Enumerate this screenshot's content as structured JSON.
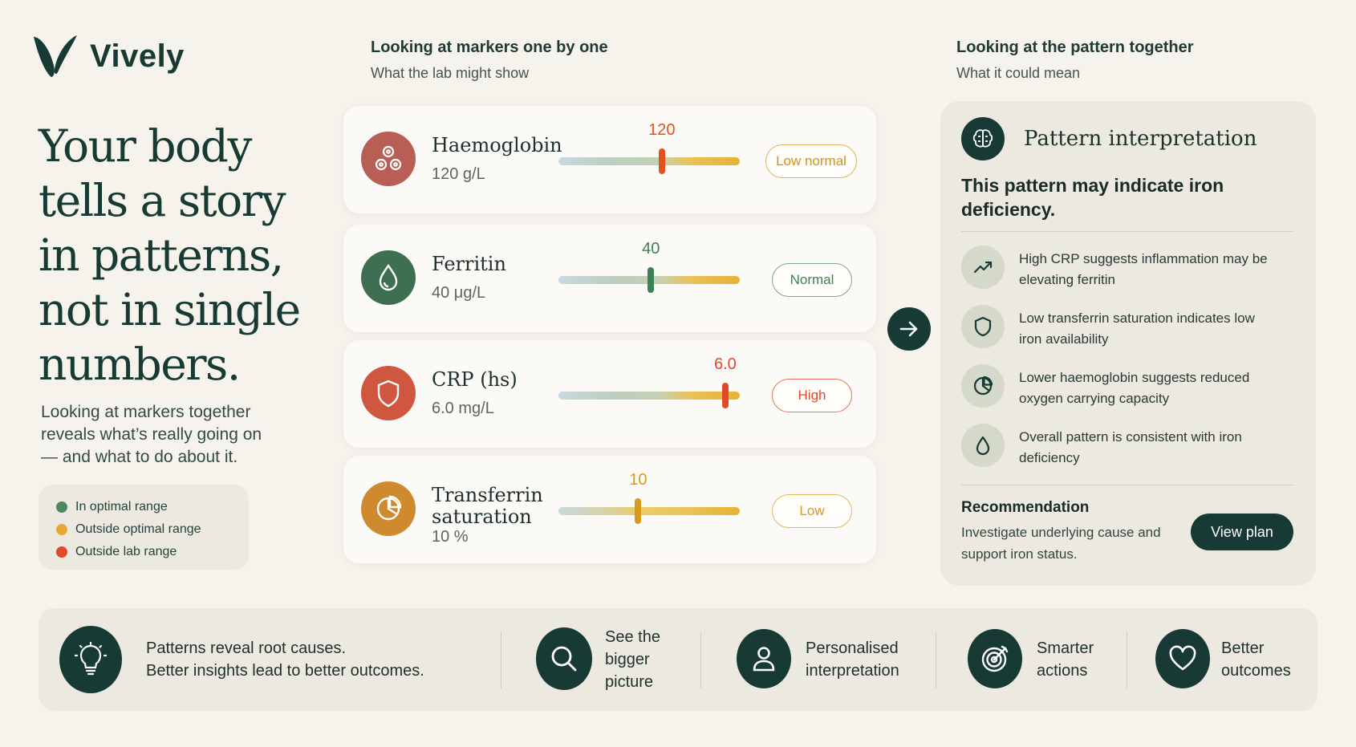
{
  "brand": {
    "name": "Vively",
    "color": "#173a34"
  },
  "hero": {
    "title_lines": [
      "Your body",
      "tells a story",
      "in patterns,",
      "not in single",
      "numbers."
    ],
    "subtitle_lines": [
      "Looking at markers together",
      "reveals what’s really going on",
      "— and what to do about it."
    ]
  },
  "legend": [
    {
      "label": "In optimal range",
      "color": "#4a8a5e"
    },
    {
      "label": "Outside optimal range",
      "color": "#e6a836"
    },
    {
      "label": "Outside lab range",
      "color": "#e04a2a"
    }
  ],
  "markers_section": {
    "title": "Looking at markers one by one",
    "subtitle": "What the lab might show"
  },
  "markers": [
    {
      "name": "Haemoglobin",
      "value": "120 g/L",
      "bar_label": "120",
      "position": 0.57,
      "status": "Low normal",
      "accent": "#e0531f",
      "status_color": "#d39318",
      "icon": "blood-cells-icon",
      "icon_bg": "#b85e55"
    },
    {
      "name": "Ferritin",
      "value": "40 μg/L",
      "bar_label": "40",
      "position": 0.51,
      "status": "Normal",
      "accent": "#3f7f55",
      "status_color": "#3f7f55",
      "icon": "drop-icon",
      "icon_bg": "#3e6f51"
    },
    {
      "name": "CRP (hs)",
      "value": "6.0 mg/L",
      "bar_label": "6.0",
      "position": 0.92,
      "status": "High",
      "accent": "#e04a2a",
      "status_color": "#e04a2a",
      "icon": "shield-icon",
      "icon_bg": "#d0573f"
    },
    {
      "name": "Transferrin saturation",
      "value": "10 %",
      "bar_label": "10",
      "position": 0.44,
      "status": "Low",
      "accent": "#d89a1c",
      "status_color": "#d89a1c",
      "icon": "pie-icon",
      "icon_bg": "#d08a2e"
    }
  ],
  "pattern_section": {
    "title": "Looking at the pattern together",
    "subtitle": "What it could mean"
  },
  "pattern": {
    "title": "Pattern interpretation",
    "headline": "This pattern may indicate iron deficiency.",
    "findings": [
      {
        "text": "High CRP suggests inflammation may be elevating ferritin",
        "icon": "trend-up-icon"
      },
      {
        "text": "Low transferrin saturation indicates low iron availability",
        "icon": "shield-icon"
      },
      {
        "text": "Lower haemoglobin suggests reduced oxygen carrying capacity",
        "icon": "pie-icon"
      },
      {
        "text": "Overall pattern is consistent with iron deficiency",
        "icon": "drop-icon"
      }
    ],
    "recommendation_title": "Recommendation",
    "recommendation_text": "Investigate underlying cause and support iron status.",
    "cta": "View plan"
  },
  "bottom": {
    "main_line1": "Patterns reveal root causes.",
    "main_line2": "Better insights lead to better outcomes.",
    "items": [
      {
        "line1": "See the",
        "line2": "bigger",
        "line3": "picture",
        "icon": "search-icon"
      },
      {
        "line1": "Personalised",
        "line2": "interpretation",
        "icon": "person-icon"
      },
      {
        "line1": "Smarter",
        "line2": "actions",
        "icon": "target-icon"
      },
      {
        "line1": "Better",
        "line2": "outcomes",
        "icon": "heart-icon"
      }
    ]
  }
}
